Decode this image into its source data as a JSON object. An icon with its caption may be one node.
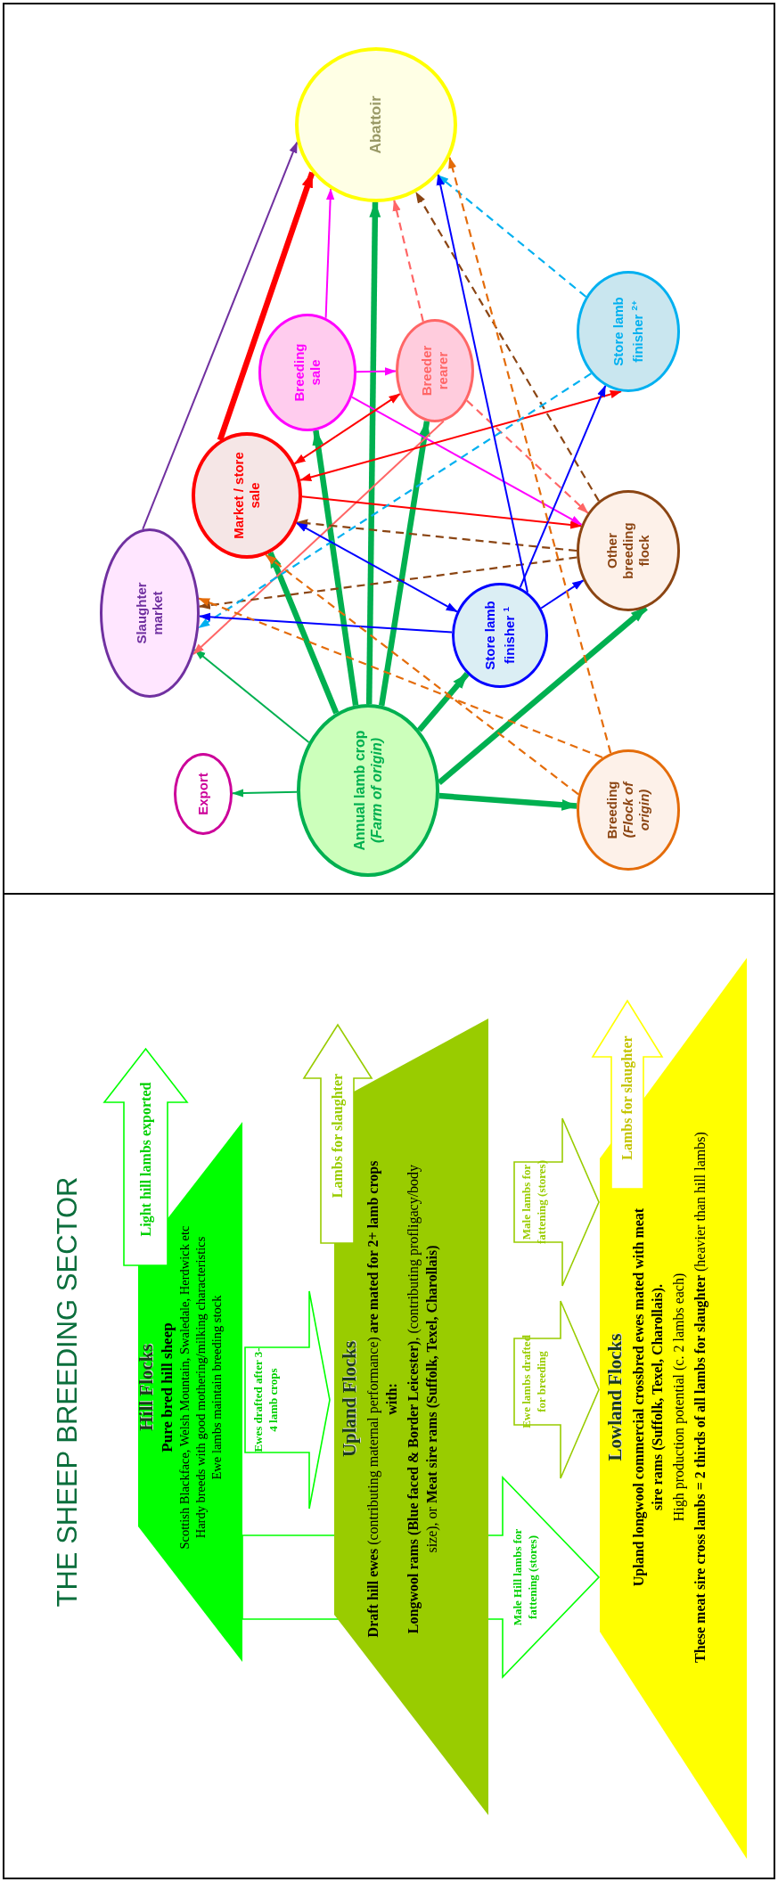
{
  "diagram": {
    "title": "THE SHEEP BREEDING SECTOR",
    "nodes": [
      {
        "text": [
          "Hill Flocks",
          "Pure bred hill sheep",
          "Scottish Blackface, Welsh Mountain, Swaledale, Herdwick etc",
          "Hardy breeds with good mothering/milking characteristics",
          "Ewe lambs maintain breeding stock"
        ]
      },
      {
        "text": [
          "Light hill lambs exported"
        ]
      },
      {
        "text": [
          "Ewes drafted after 3-4 lamb crops"
        ]
      },
      {
        "text": [
          "Male Hill lambs for fattening (stores)"
        ]
      },
      {
        "text": [
          "Upland Flocks",
          "**Draft hill ewes** (contributing maternal performance) **are mated for 2+ lamb crops with:**",
          "**Longwool rams (Blue faced & Border Leicester)**, (contributing profligacy/body size), or **Meat sire rams (Suffolk, Texel, Charollais)**"
        ]
      },
      {
        "text": [
          "Lambs for slaughter"
        ]
      },
      {
        "text": [
          "Ewe lambs drafted for breeding"
        ]
      },
      {
        "text": [
          "Male lambs for fattening (stores)"
        ]
      },
      {
        "text": [
          "Lowland Flocks",
          "Upland longwool commercial crossbred ewes mated with meat sire rams (Suffolk, Texel, Charollais).",
          "High production potential (c. 2 lambs each)",
          "**These meat sire cross lambs = 2 thirds of all lambs for slaughter** (heavier than hill lambs)"
        ]
      },
      {
        "text": [
          "Lambs for slaughter"
        ]
      },
      {
        "text": [
          "Abattoir"
        ]
      },
      {
        "text": [
          "Breeding sale"
        ]
      },
      {
        "text": [
          "Breeder rearer"
        ]
      },
      {
        "text": [
          "Market / store sale"
        ]
      },
      {
        "text": [
          "Slaughter market"
        ]
      },
      {
        "text": [
          "Store lamb finisher $^{1}$"
        ]
      },
      {
        "text": [
          "Other breeding flock"
        ]
      },
      {
        "text": [
          "Store lamb finisher $^{2+}$"
        ]
      },
      {
        "text": [
          "Annual lamb crop",
          "(Farm of origin)"
        ]
      },
      {
        "text": [
          "Export"
        ]
      },
      {
        "text": [
          "Breeding",
          "(Flock of origin)"
        ]
      }
    ],
    "edges": [
      {
        "from": 18,
        "to": 19,
        "arrow": "to"
      },
      {
        "from": 18,
        "to": 14,
        "arrow": "to"
      },
      {
        "from": 18,
        "to": 13,
        "arrow": "to",
        "style": "thick"
      },
      {
        "from": 18,
        "to": 11,
        "arrow": "to",
        "style": "thick"
      },
      {
        "from": 18,
        "to": 10,
        "arrow": "to",
        "style": "thick"
      },
      {
        "from": 18,
        "to": 12,
        "arrow": "to",
        "style": "thick"
      },
      {
        "from": 18,
        "to": 15,
        "arrow": "to",
        "style": "thick"
      },
      {
        "from": 18,
        "to": 16,
        "arrow": "to",
        "style": "thick"
      },
      {
        "from": 18,
        "to": 20,
        "arrow": "to",
        "style": "thick"
      },
      {
        "from": 14,
        "to": 10,
        "arrow": "to",
        "color": "#7030a0"
      },
      {
        "from": 13,
        "to": 10,
        "arrow": "to",
        "style": "thick",
        "color": "#ff0000"
      },
      {
        "from": 11,
        "to": 10,
        "arrow": "to",
        "color": "#ff00ff"
      },
      {
        "from": 11,
        "to": 12,
        "arrow": "to",
        "color": "#ff00ff"
      },
      {
        "from": 11,
        "to": 16,
        "arrow": "to",
        "color": "#ff00ff"
      },
      {
        "from": 12,
        "to": 10,
        "arrow": "to",
        "style": "dashed",
        "color": "#ff6666"
      },
      {
        "from": 12,
        "to": 16,
        "arrow": "to",
        "style": "dashed",
        "color": "#ff6666"
      },
      {
        "from": 12,
        "to": 14,
        "arrow": "to",
        "color": "#ff6666"
      },
      {
        "from": 13,
        "to": 12,
        "arrow": "both",
        "color": "#ff0000"
      },
      {
        "from": 13,
        "to": 17,
        "arrow": "both",
        "color": "#ff0000"
      },
      {
        "from": 13,
        "to": 16,
        "arrow": "to",
        "color": "#ff0000"
      },
      {
        "from": 16,
        "to": 13,
        "arrow": "to",
        "style": "dashed",
        "color": "#8b4513"
      },
      {
        "from": 16,
        "to": 14,
        "arrow": "to",
        "style": "dashed",
        "color": "#8b4513"
      },
      {
        "from": 16,
        "to": 10,
        "arrow": "to",
        "style": "dashed",
        "color": "#8b4513"
      },
      {
        "from": 17,
        "to": 10,
        "arrow": "to",
        "style": "dashed",
        "color": "#00b0f0"
      },
      {
        "from": 17,
        "to": 14,
        "arrow": "to",
        "style": "dashed",
        "color": "#00b0f0"
      },
      {
        "from": 15,
        "to": 14,
        "arrow": "to",
        "color": "#0000ff"
      },
      {
        "from": 15,
        "to": 13,
        "arrow": "both",
        "color": "#0000ff"
      },
      {
        "from": 15,
        "to": 10,
        "arrow": "to",
        "color": "#0000ff"
      },
      {
        "from": 15,
        "to": 17,
        "arrow": "to",
        "color": "#0000ff"
      },
      {
        "from": 15,
        "to": 16,
        "arrow": "to",
        "color": "#0000ff"
      },
      {
        "from": 20,
        "to": 10,
        "arrow": "to",
        "style": "dashed",
        "color": "#e46c0a"
      },
      {
        "from": 20,
        "to": 14,
        "arrow": "to",
        "style": "dashed",
        "color": "#e46c0a"
      },
      {
        "from": 20,
        "to": 13,
        "arrow": "to",
        "style": "dashed",
        "color": "#e46c0a"
      }
    ]
  }
}
